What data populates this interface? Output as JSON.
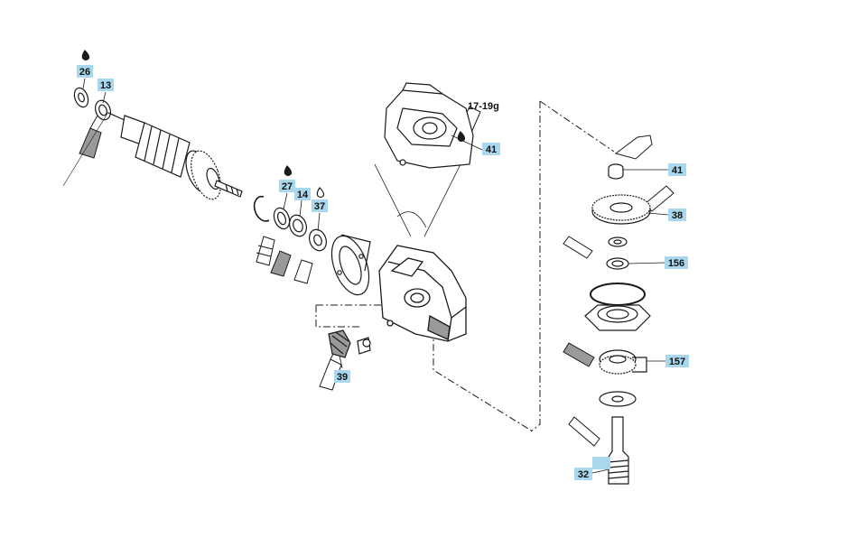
{
  "colors": {
    "callout_bg": "#a9d8ee",
    "line": "#1a1a1a",
    "part_fill": "#ffffff",
    "shade": "#9a9a9a",
    "background": "#ffffff"
  },
  "labels": {
    "c26": "26",
    "c13": "13",
    "c27": "27",
    "c14": "14",
    "c37": "37",
    "c39": "39",
    "c41_housing": "41",
    "torque": "17-19g",
    "c41_right": "41",
    "c38": "38",
    "c156": "156",
    "c157": "157",
    "c32": "32"
  },
  "icons": {
    "grease": "grease-drop-icon",
    "brush": "grease-brush-icon"
  }
}
